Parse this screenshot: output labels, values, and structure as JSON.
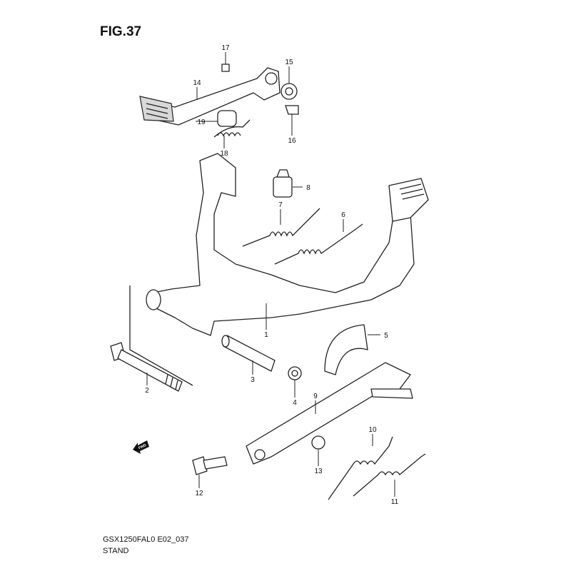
{
  "figure": {
    "title": "FIG.37",
    "model_code": "GSX1250FAL0 E02_037",
    "section_name": "STAND"
  },
  "direction_marker": {
    "label": "FWD"
  },
  "callouts": [
    {
      "id": "17",
      "label": "17"
    },
    {
      "id": "15",
      "label": "15"
    },
    {
      "id": "14",
      "label": "14"
    },
    {
      "id": "19",
      "label": "19"
    },
    {
      "id": "16",
      "label": "16"
    },
    {
      "id": "18",
      "label": "18"
    },
    {
      "id": "8",
      "label": "8"
    },
    {
      "id": "7",
      "label": "7"
    },
    {
      "id": "6",
      "label": "6"
    },
    {
      "id": "1",
      "label": "1"
    },
    {
      "id": "5",
      "label": "5"
    },
    {
      "id": "3",
      "label": "3"
    },
    {
      "id": "2",
      "label": "2"
    },
    {
      "id": "4",
      "label": "4"
    },
    {
      "id": "9",
      "label": "9"
    },
    {
      "id": "10",
      "label": "10"
    },
    {
      "id": "13",
      "label": "13"
    },
    {
      "id": "12",
      "label": "12"
    },
    {
      "id": "11",
      "label": "11"
    }
  ]
}
